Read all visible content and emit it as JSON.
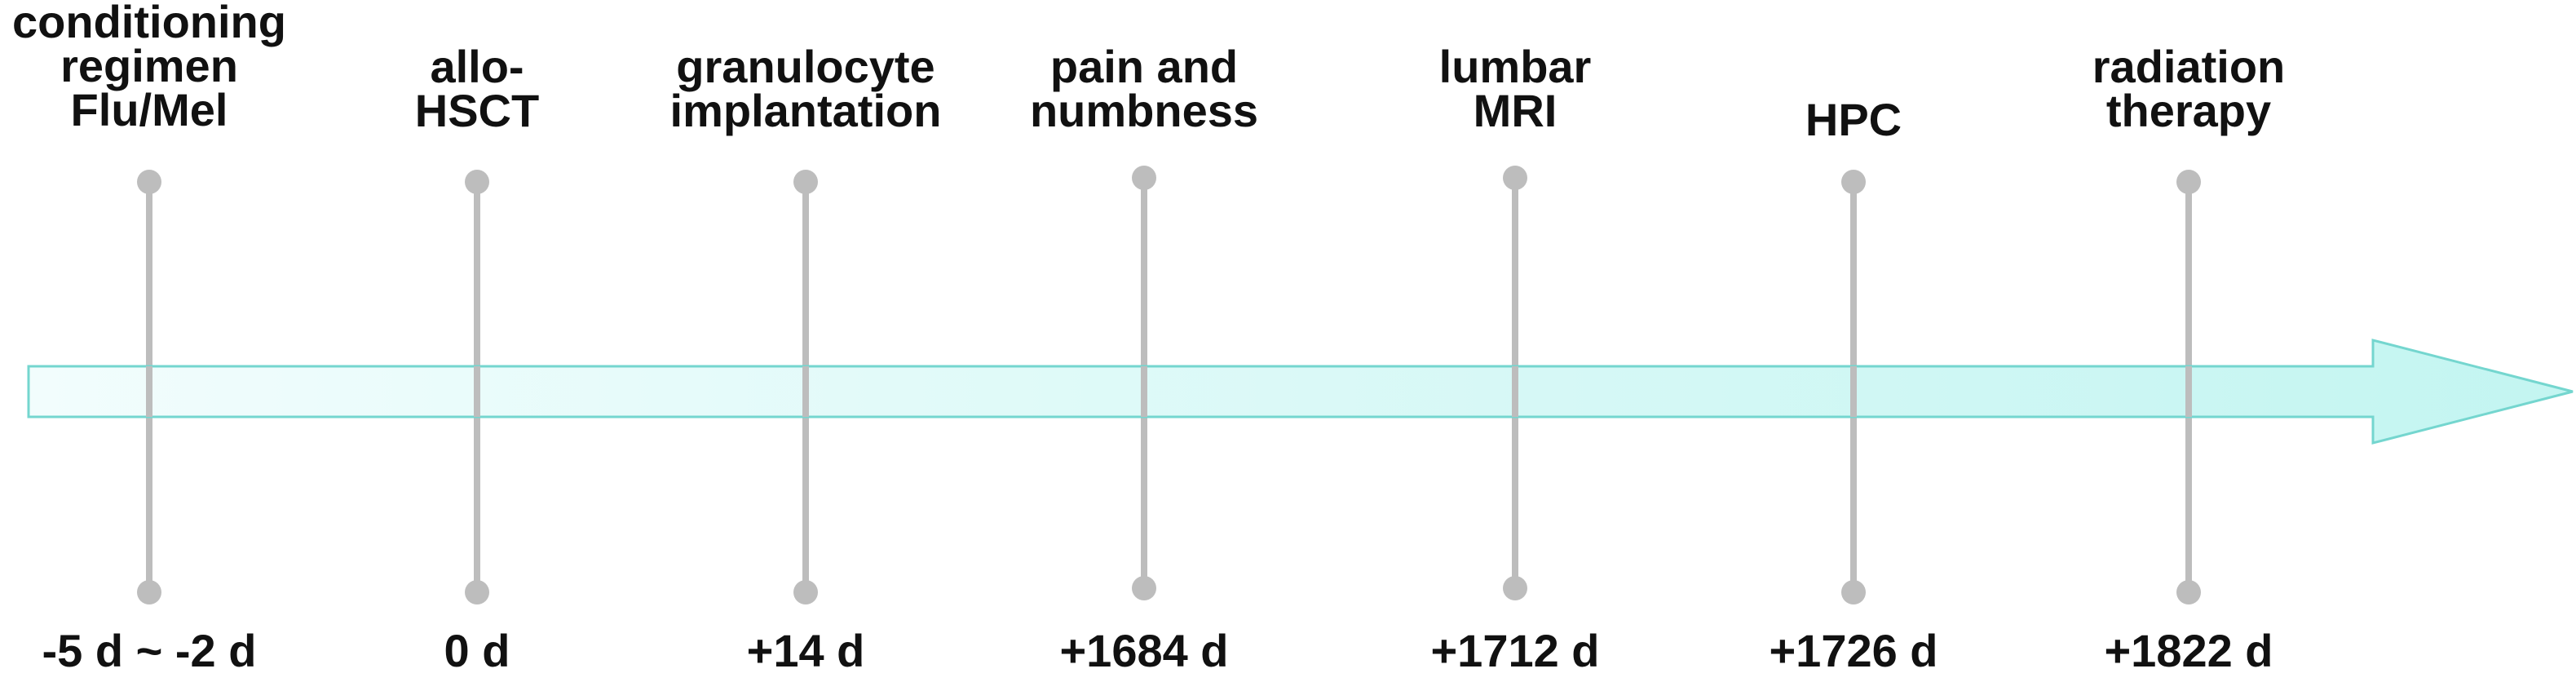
{
  "events": [
    {
      "label": "conditioning\nregimen\nFlu/Mel",
      "time": "-5 d ~ -2 d"
    },
    {
      "label": "allo-\nHSCT",
      "time": "0 d"
    },
    {
      "label": "granulocyte\nimplantation",
      "time": "+14 d"
    },
    {
      "label": "pain and\nnumbness",
      "time": "+1684 d"
    },
    {
      "label": "lumbar\nMRI",
      "time": "+1712 d"
    },
    {
      "label": "HPC",
      "time": "+1726 d"
    },
    {
      "label": "radiation\ntherapy",
      "time": "+1822 d"
    }
  ],
  "colors": {
    "arrow_fill_start": "#f2fdfd",
    "arrow_fill_end": "#c3f5f1",
    "arrow_stroke": "#74d6cf",
    "marker": "#bdbdbd",
    "text": "#111111"
  }
}
